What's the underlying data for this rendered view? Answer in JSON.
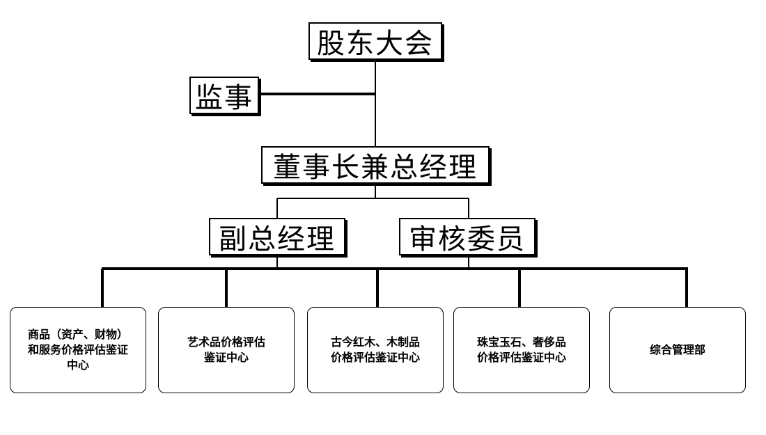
{
  "org_chart": {
    "shareholders_meeting": "股东大会",
    "supervisor": "监事",
    "chairman_gm": "董事长兼总经理",
    "deputy_gm": "副总经理",
    "review_committee": "审核委员",
    "departments": [
      "商品（资产、财物）\n和服务价格评估鉴证\n中心",
      "艺术品价格评估\n鉴证中心",
      "古今红木、木制品\n价格评估鉴证中心",
      "珠宝玉石、奢侈品\n价格评估鉴证中心",
      "综合管理部"
    ]
  }
}
